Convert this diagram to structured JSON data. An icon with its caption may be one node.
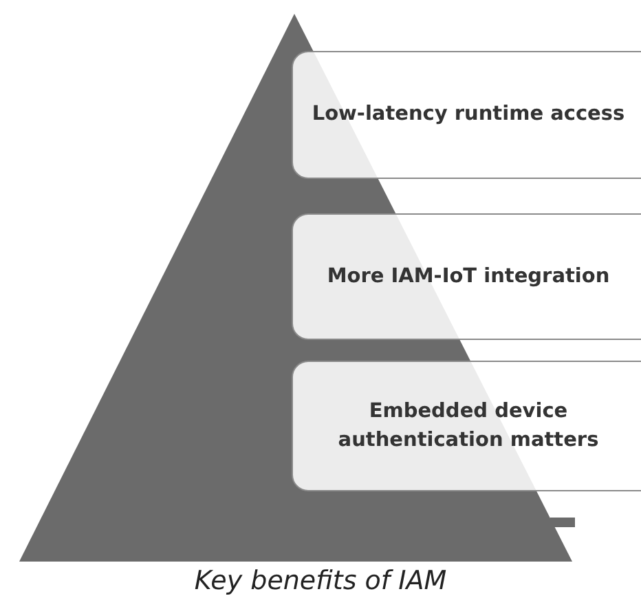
{
  "diagram": {
    "caption": "Key benefits of IAM",
    "nodes": [
      {
        "text": [
          "Low-latency runtime access"
        ]
      },
      {
        "text": [
          "More IAM-IoT integration"
        ]
      },
      {
        "text": [
          "Embedded device authentication matters"
        ]
      }
    ]
  }
}
